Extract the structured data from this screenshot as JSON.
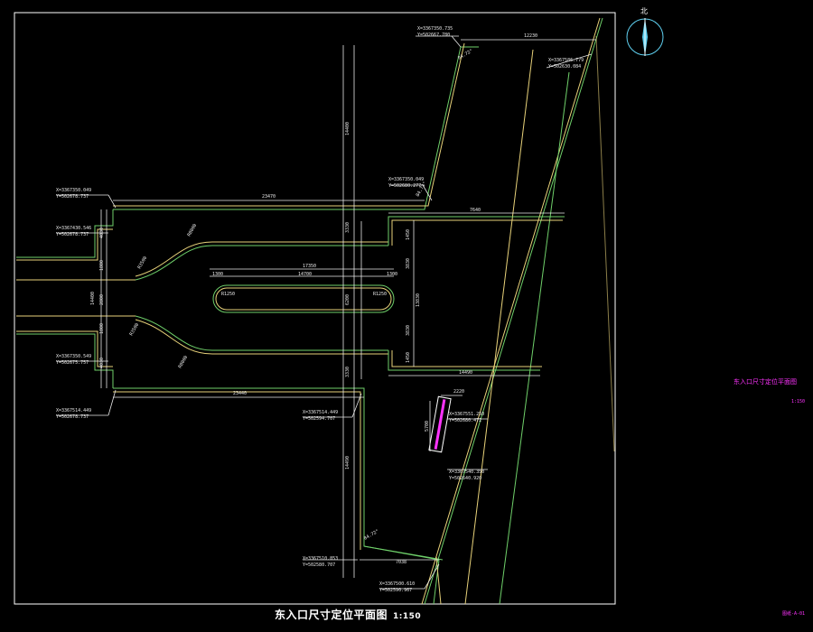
{
  "drawing": {
    "title": "东入口尺寸定位平面图",
    "scale": "1:150",
    "north_label": "北",
    "side_label": "东入口尺寸定位平面图",
    "side_scale": "1:150",
    "sheet_no": "图纸-A-01"
  },
  "dimensions": {
    "top_run": "12230",
    "upper_width": "23470",
    "right_top": "7640",
    "right_bottom": "14490",
    "lower_width": "23440",
    "vertical_top": "14400",
    "vertical_bottom": "14490",
    "center_long": "17350",
    "center_inner": "14700",
    "center_left": "1300",
    "center_right": "1300",
    "r_left": "R1250",
    "r_right": "R1250",
    "left_upper": "4030",
    "left_mid_a": "1800",
    "left_mid_b": "2800",
    "left_mid_c": "1800",
    "left_lower": "4030",
    "left_total": "14400",
    "mid_3330_top": "3330",
    "mid_3330_bottom": "3330",
    "mid_total": "6200",
    "right_1450_top": "1450",
    "right_3830_a": "3830",
    "right_8830": "13830",
    "right_3830_b": "3830",
    "right_1450_bottom": "1450",
    "curve_r1": "R8000",
    "curve_r2": "R3500",
    "curve_r3": "R3500",
    "curve_r4": "R8000",
    "angle_top": "94.72°",
    "angle_mid": "84.72°",
    "angle_bottom": "84.72°",
    "small_w": "2220",
    "small_h": "5700",
    "bottom_run": "7038"
  },
  "coordinates": [
    {
      "x": "X=3367350.735",
      "y": "Y=502667.780"
    },
    {
      "x": "X=3367586.779",
      "y": "Y=502630.084"
    },
    {
      "x": "X=3367350.049",
      "y": "Y=502680.277"
    },
    {
      "x": "X=3367350.049",
      "y": "Y=502678.737"
    },
    {
      "x": "X=3367430.546",
      "y": "Y=502678.737"
    },
    {
      "x": "X=3367350.549",
      "y": "Y=502675.757"
    },
    {
      "x": "X=3367514.449",
      "y": "Y=502678.737"
    },
    {
      "x": "X=3367514.449",
      "y": "Y=502594.707"
    },
    {
      "x": "X=3367551.250",
      "y": "Y=502680.472"
    },
    {
      "x": "X=3367540.350",
      "y": "Y=502640.920"
    },
    {
      "x": "X=3367510.853",
      "y": "Y=502580.707"
    },
    {
      "x": "X=3367500.610",
      "y": "Y=502590.967"
    }
  ],
  "colors": {
    "frame": "#ffffff",
    "green": "#6fd06a",
    "yellow": "#e8d27a",
    "cyan": "#5fd0f0",
    "magenta": "#ff33ff",
    "dim": "#e8e8e8"
  }
}
